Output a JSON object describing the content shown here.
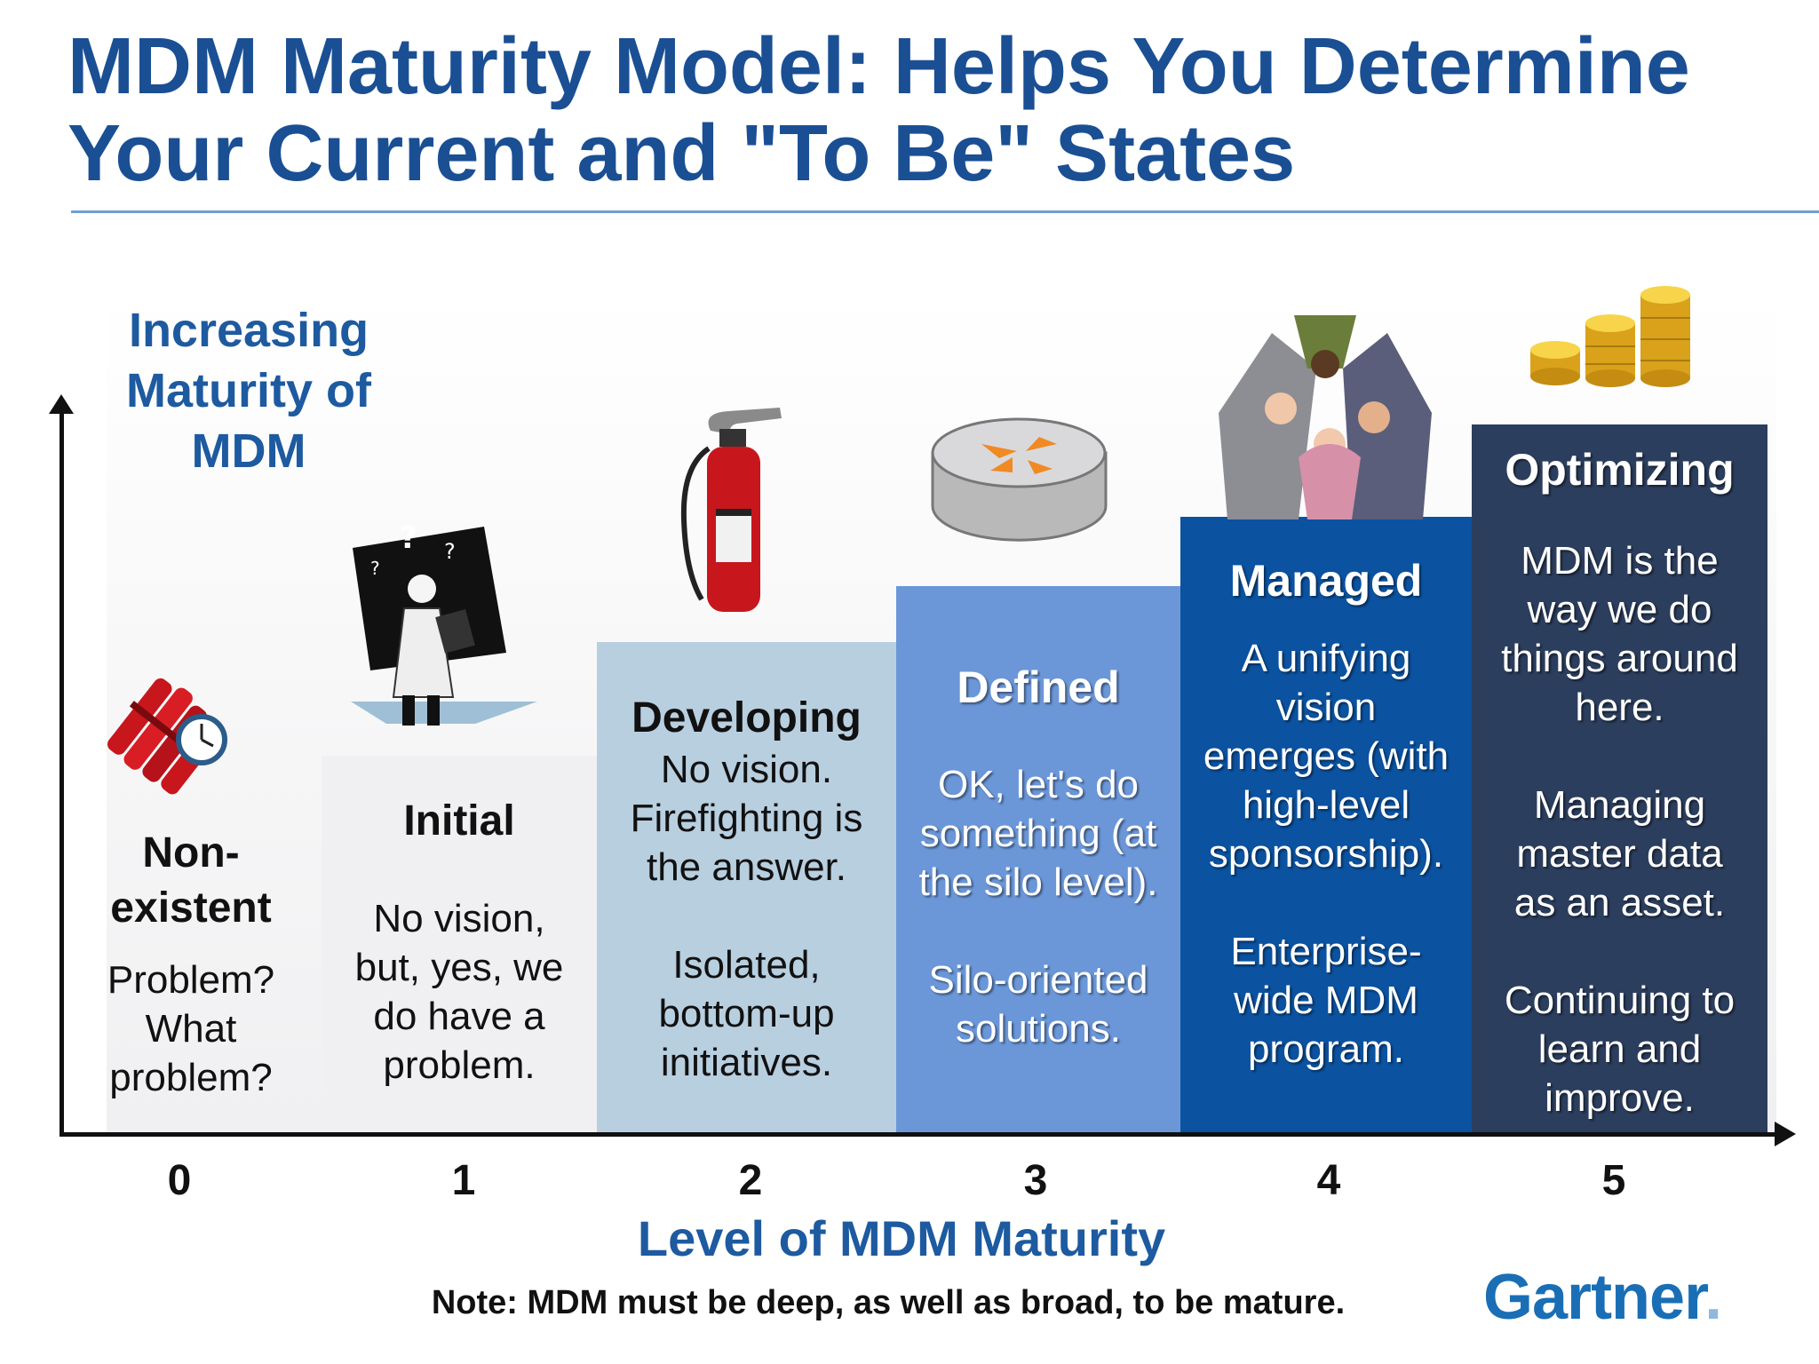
{
  "title": {
    "line1": "MDM Maturity Model: Helps You Determine",
    "line2": "Your Current and \"To Be\" States"
  },
  "y_axis": {
    "label_lines": [
      "Increasing",
      "Maturity of",
      "MDM"
    ]
  },
  "x_axis": {
    "label": "Level of MDM Maturity",
    "ticks": [
      "0",
      "1",
      "2",
      "3",
      "4",
      "5"
    ]
  },
  "steps": [
    {
      "level": "0",
      "name_lines": [
        "Non-",
        "existent"
      ],
      "desc1": [
        "Problem?",
        "What",
        "problem?"
      ],
      "icon": "dynamite-clock-icon"
    },
    {
      "level": "1",
      "name_lines": [
        "Initial"
      ],
      "desc1": [
        "No vision,",
        "but, yes, we",
        "do have a",
        "problem."
      ],
      "icon": "confused-scientist-icon"
    },
    {
      "level": "2",
      "name_lines": [
        "Developing"
      ],
      "desc1": [
        "No vision.",
        "Firefighting is",
        "the answer."
      ],
      "desc2": [
        "Isolated,",
        "bottom-up",
        "initiatives."
      ],
      "icon": "fire-extinguisher-icon"
    },
    {
      "level": "3",
      "name_lines": [
        "Defined"
      ],
      "desc1": [
        "OK, let's do",
        "something (at",
        "the silo level)."
      ],
      "desc2": [
        "Silo-oriented",
        "solutions."
      ],
      "icon": "router-icon"
    },
    {
      "level": "4",
      "name_lines": [
        "Managed"
      ],
      "desc1": [
        "A unifying",
        "vision",
        "emerges (with",
        "high-level",
        "sponsorship)."
      ],
      "desc2": [
        "Enterprise-",
        "wide MDM",
        "program."
      ],
      "icon": "team-huddle-icon"
    },
    {
      "level": "5",
      "name_lines": [
        "Optimizing"
      ],
      "desc1": [
        "MDM is the",
        "way we do",
        "things around",
        "here."
      ],
      "desc2": [
        "Managing",
        "master data",
        "as an asset."
      ],
      "desc3": [
        "Continuing to",
        "learn and",
        "improve."
      ],
      "icon": "gold-coins-icon"
    }
  ],
  "note": "Note: MDM must be deep, as well as broad, to be mature.",
  "logo": {
    "text": "Gartner",
    "mark": "."
  },
  "colors": {
    "title": "#1a4f94",
    "accent": "#1d5aa0",
    "step1": "#f0eff2",
    "step2": "#b8cfe0",
    "step3": "#6b97d9",
    "step4": "#0b52a0",
    "step5": "#2c3e5e"
  }
}
